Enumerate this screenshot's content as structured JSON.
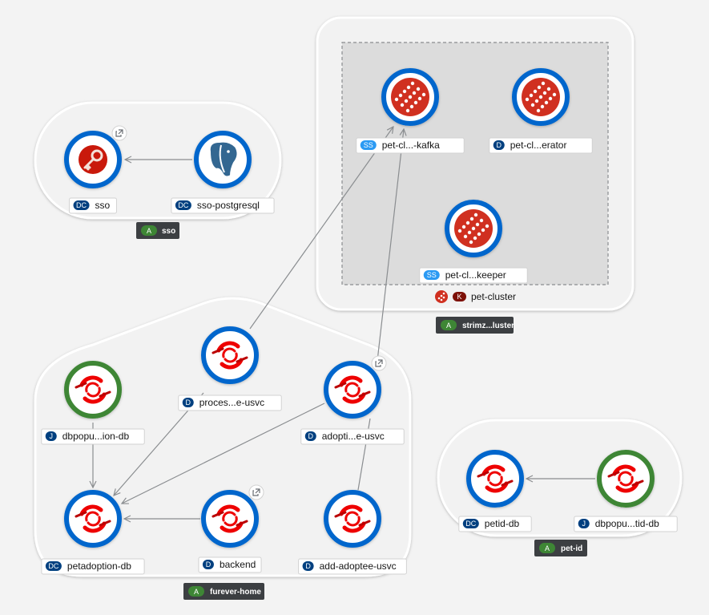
{
  "colors": {
    "background": "#f3f3f3",
    "group_fill": "#f2f2f2",
    "group_stroke": "#ffffff",
    "ring_blue": "#0066cc",
    "ring_green": "#3e8635",
    "badge_dark": "#004080",
    "badge_light": "#2b9af3",
    "app_label_bg": "#3c3f42",
    "app_badge": "#3e8635",
    "openshift_red": "#ee0000",
    "kafka_red": "#d03020",
    "edge": "#8a8d90"
  },
  "groups": {
    "sso": {
      "app_badge": "A",
      "app_name": "sso"
    },
    "strimzi": {
      "app_badge": "A",
      "app_name": "strimz...luster",
      "kafka_badge": "K",
      "kafka_name": "pet-cluster"
    },
    "furever": {
      "app_badge": "A",
      "app_name": "furever-home"
    },
    "petid": {
      "app_badge": "A",
      "app_name": "pet-id"
    }
  },
  "nodes": {
    "sso": {
      "badge": "DC",
      "label": "sso",
      "icon": "key-icon"
    },
    "sso_postgresql": {
      "badge": "DC",
      "label": "sso-postgresql",
      "icon": "postgresql-elephant-icon"
    },
    "kafka": {
      "badge": "SS",
      "label": "pet-cl...-kafka",
      "icon": "kafka-icon"
    },
    "operator": {
      "badge": "D",
      "label": "pet-cl...erator",
      "icon": "kafka-icon"
    },
    "zookeeper": {
      "badge": "SS",
      "label": "pet-cl...keeper",
      "icon": "kafka-icon"
    },
    "process_usvc": {
      "badge": "D",
      "label": "proces...e-usvc",
      "icon": "openshift-icon"
    },
    "dbpopulation": {
      "badge": "J",
      "label": "dbpopu...ion-db",
      "icon": "openshift-icon"
    },
    "adopt_usvc": {
      "badge": "D",
      "label": "adopti...e-usvc",
      "icon": "openshift-icon"
    },
    "petadoption_db": {
      "badge": "DC",
      "label": "petadoption-db",
      "icon": "openshift-icon"
    },
    "backend": {
      "badge": "D",
      "label": "backend",
      "icon": "openshift-icon"
    },
    "add_adoptee": {
      "badge": "D",
      "label": "add-adoptee-usvc",
      "icon": "openshift-icon"
    },
    "petid_db": {
      "badge": "DC",
      "label": "petid-db",
      "icon": "openshift-icon"
    },
    "dbpopu_tid": {
      "badge": "J",
      "label": "dbpopu...tid-db",
      "icon": "openshift-icon"
    }
  }
}
